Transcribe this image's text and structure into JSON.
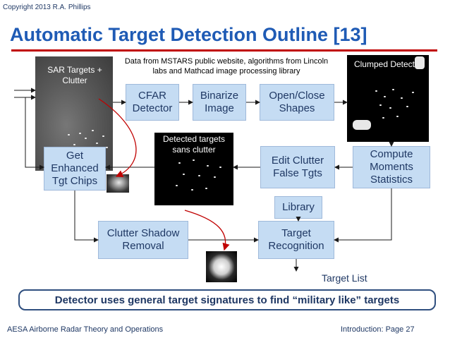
{
  "header": {
    "copyright": "Copyright 2013 R.A. Phillips",
    "title": "Automatic Target Detection Outline [13]"
  },
  "note": "Data from MSTARS public website, algorithms from Lincoln labs and Mathcad image processing library",
  "panels": {
    "sar_targets": "SAR Targets + Clutter",
    "clumped_detects": "Clumped Detects",
    "detected_targets": "Detected targets sans clutter"
  },
  "boxes": {
    "cfar": "CFAR Detector",
    "binarize": "Binarize Image",
    "open_close": "Open/Close Shapes",
    "compute": "Compute Moments Statistics",
    "edit_clutter": "Edit Clutter False Tgts",
    "get_chips": "Get Enhanced Tgt Chips",
    "library": "Library",
    "clutter_shadow": "Clutter Shadow Removal",
    "target_recognition": "Target Recognition"
  },
  "target_list": "Target List",
  "banner": "Detector uses general target signatures to find “military like” targets",
  "footer": {
    "left": "AESA Airborne Radar Theory and Operations",
    "right": "Introduction:  Page 27"
  },
  "colors": {
    "title": "#1f5bb5",
    "rule": "#c00000",
    "box_fill": "#c5dcf3",
    "text": "#1f3864",
    "annotation_arrow": "#c00000"
  }
}
